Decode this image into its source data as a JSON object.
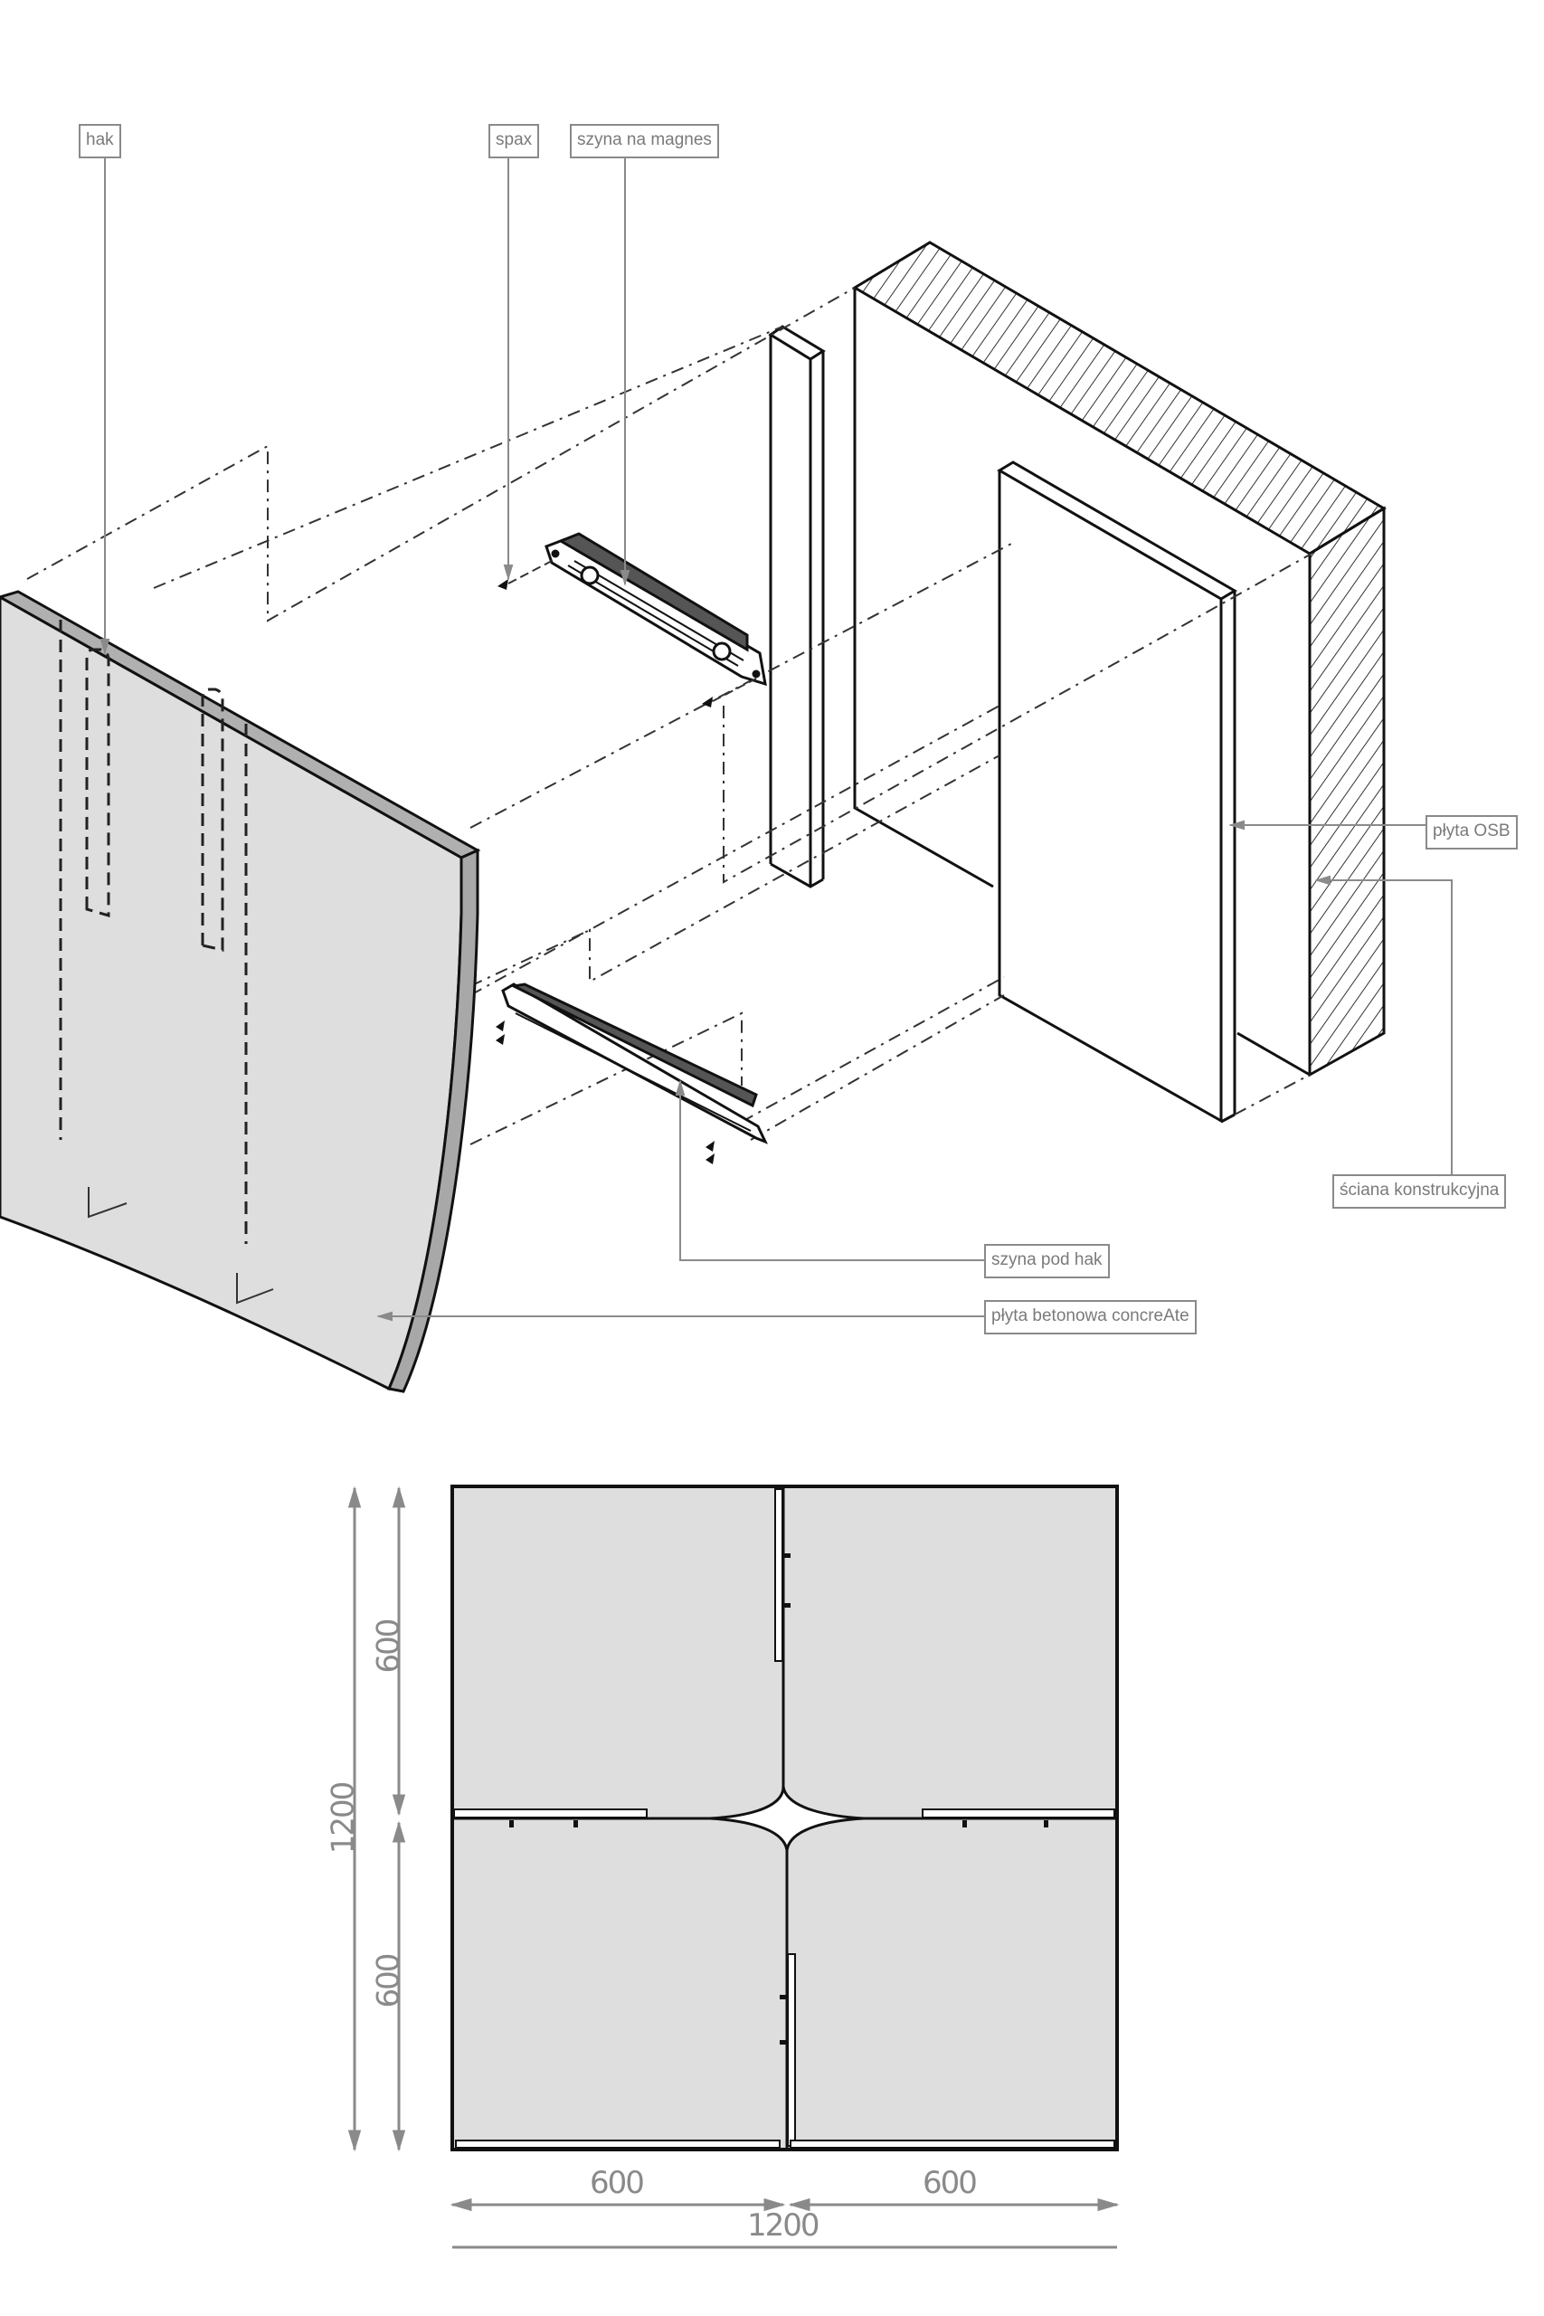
{
  "diagram": {
    "type": "exploded isometric assembly + plan view",
    "colors": {
      "panel_fill": "#dedede",
      "panel_edge": "#a8a8a8",
      "line": "#111111",
      "leader": "#8a8a8a",
      "hatch": "#333333"
    }
  },
  "callouts": {
    "hak": "hak",
    "spax": "spax",
    "szyna_na_magnes": "szyna na magnes",
    "plyta_osb": "płyta OSB",
    "sciana_konstrukcyjna": "ściana konstrukcyjna",
    "szyna_pod_hak": "szyna pod hak",
    "plyta_betonowa": "płyta betonowa concreAte"
  },
  "plan": {
    "dimensions": {
      "height_total": "1200",
      "height_top": "600",
      "height_bottom": "600",
      "width_left": "600",
      "width_right": "600",
      "width_total": "1200"
    }
  }
}
